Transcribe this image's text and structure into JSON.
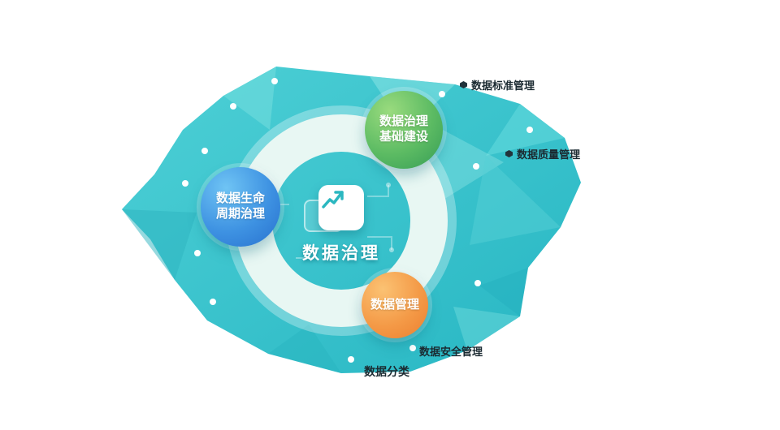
{
  "page": {
    "background": "#ffffff"
  },
  "colors": {
    "teal_primary": "#2FBFC9",
    "teal_dark": "#1FA9B8",
    "teal_light": "#8FE6E6",
    "ring": "#E8F7F3",
    "node_green_top": "#9ADB7E",
    "node_green_bottom": "#359C55",
    "node_blue_top": "#6FC4F4",
    "node_blue_bottom": "#2770CE",
    "node_orange_top": "#FBC273",
    "node_orange_bottom": "#EC7F2F",
    "label_dark": "#1B2A31",
    "icon_stroke": "#2BB7C0"
  },
  "center": {
    "title": "数据治理",
    "icon": "line-chart-icon"
  },
  "nodes": [
    {
      "id": "foundation",
      "line1": "数据治理",
      "line2": "基础建设"
    },
    {
      "id": "lifecycle",
      "line1": "数据生命",
      "line2": "周期治理"
    },
    {
      "id": "management",
      "line1": "数据管理",
      "line2": ""
    }
  ],
  "peripheral_labels": [
    {
      "text": "数据标准管理"
    },
    {
      "text": "数据质量管理"
    },
    {
      "text": "数据安全管理"
    },
    {
      "text": "数据分类"
    }
  ]
}
